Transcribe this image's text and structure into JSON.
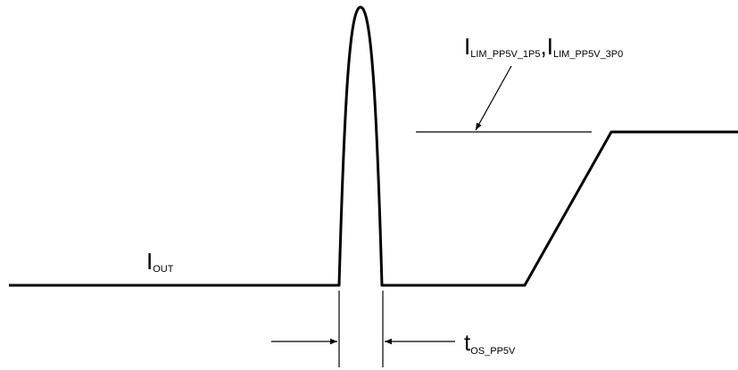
{
  "labels": {
    "iout": {
      "main": "I",
      "sub": "OUT"
    },
    "ilim_1p5": {
      "main": "I",
      "sub": "LIM_PP5V_1P5"
    },
    "separator": ",",
    "ilim_3p0": {
      "main": "I",
      "sub": "LIM_PP5V_3P0"
    },
    "tos": {
      "main": "t",
      "sub": "OS_PP5V"
    }
  },
  "colors": {
    "line": "#000000",
    "background": "#ffffff"
  }
}
